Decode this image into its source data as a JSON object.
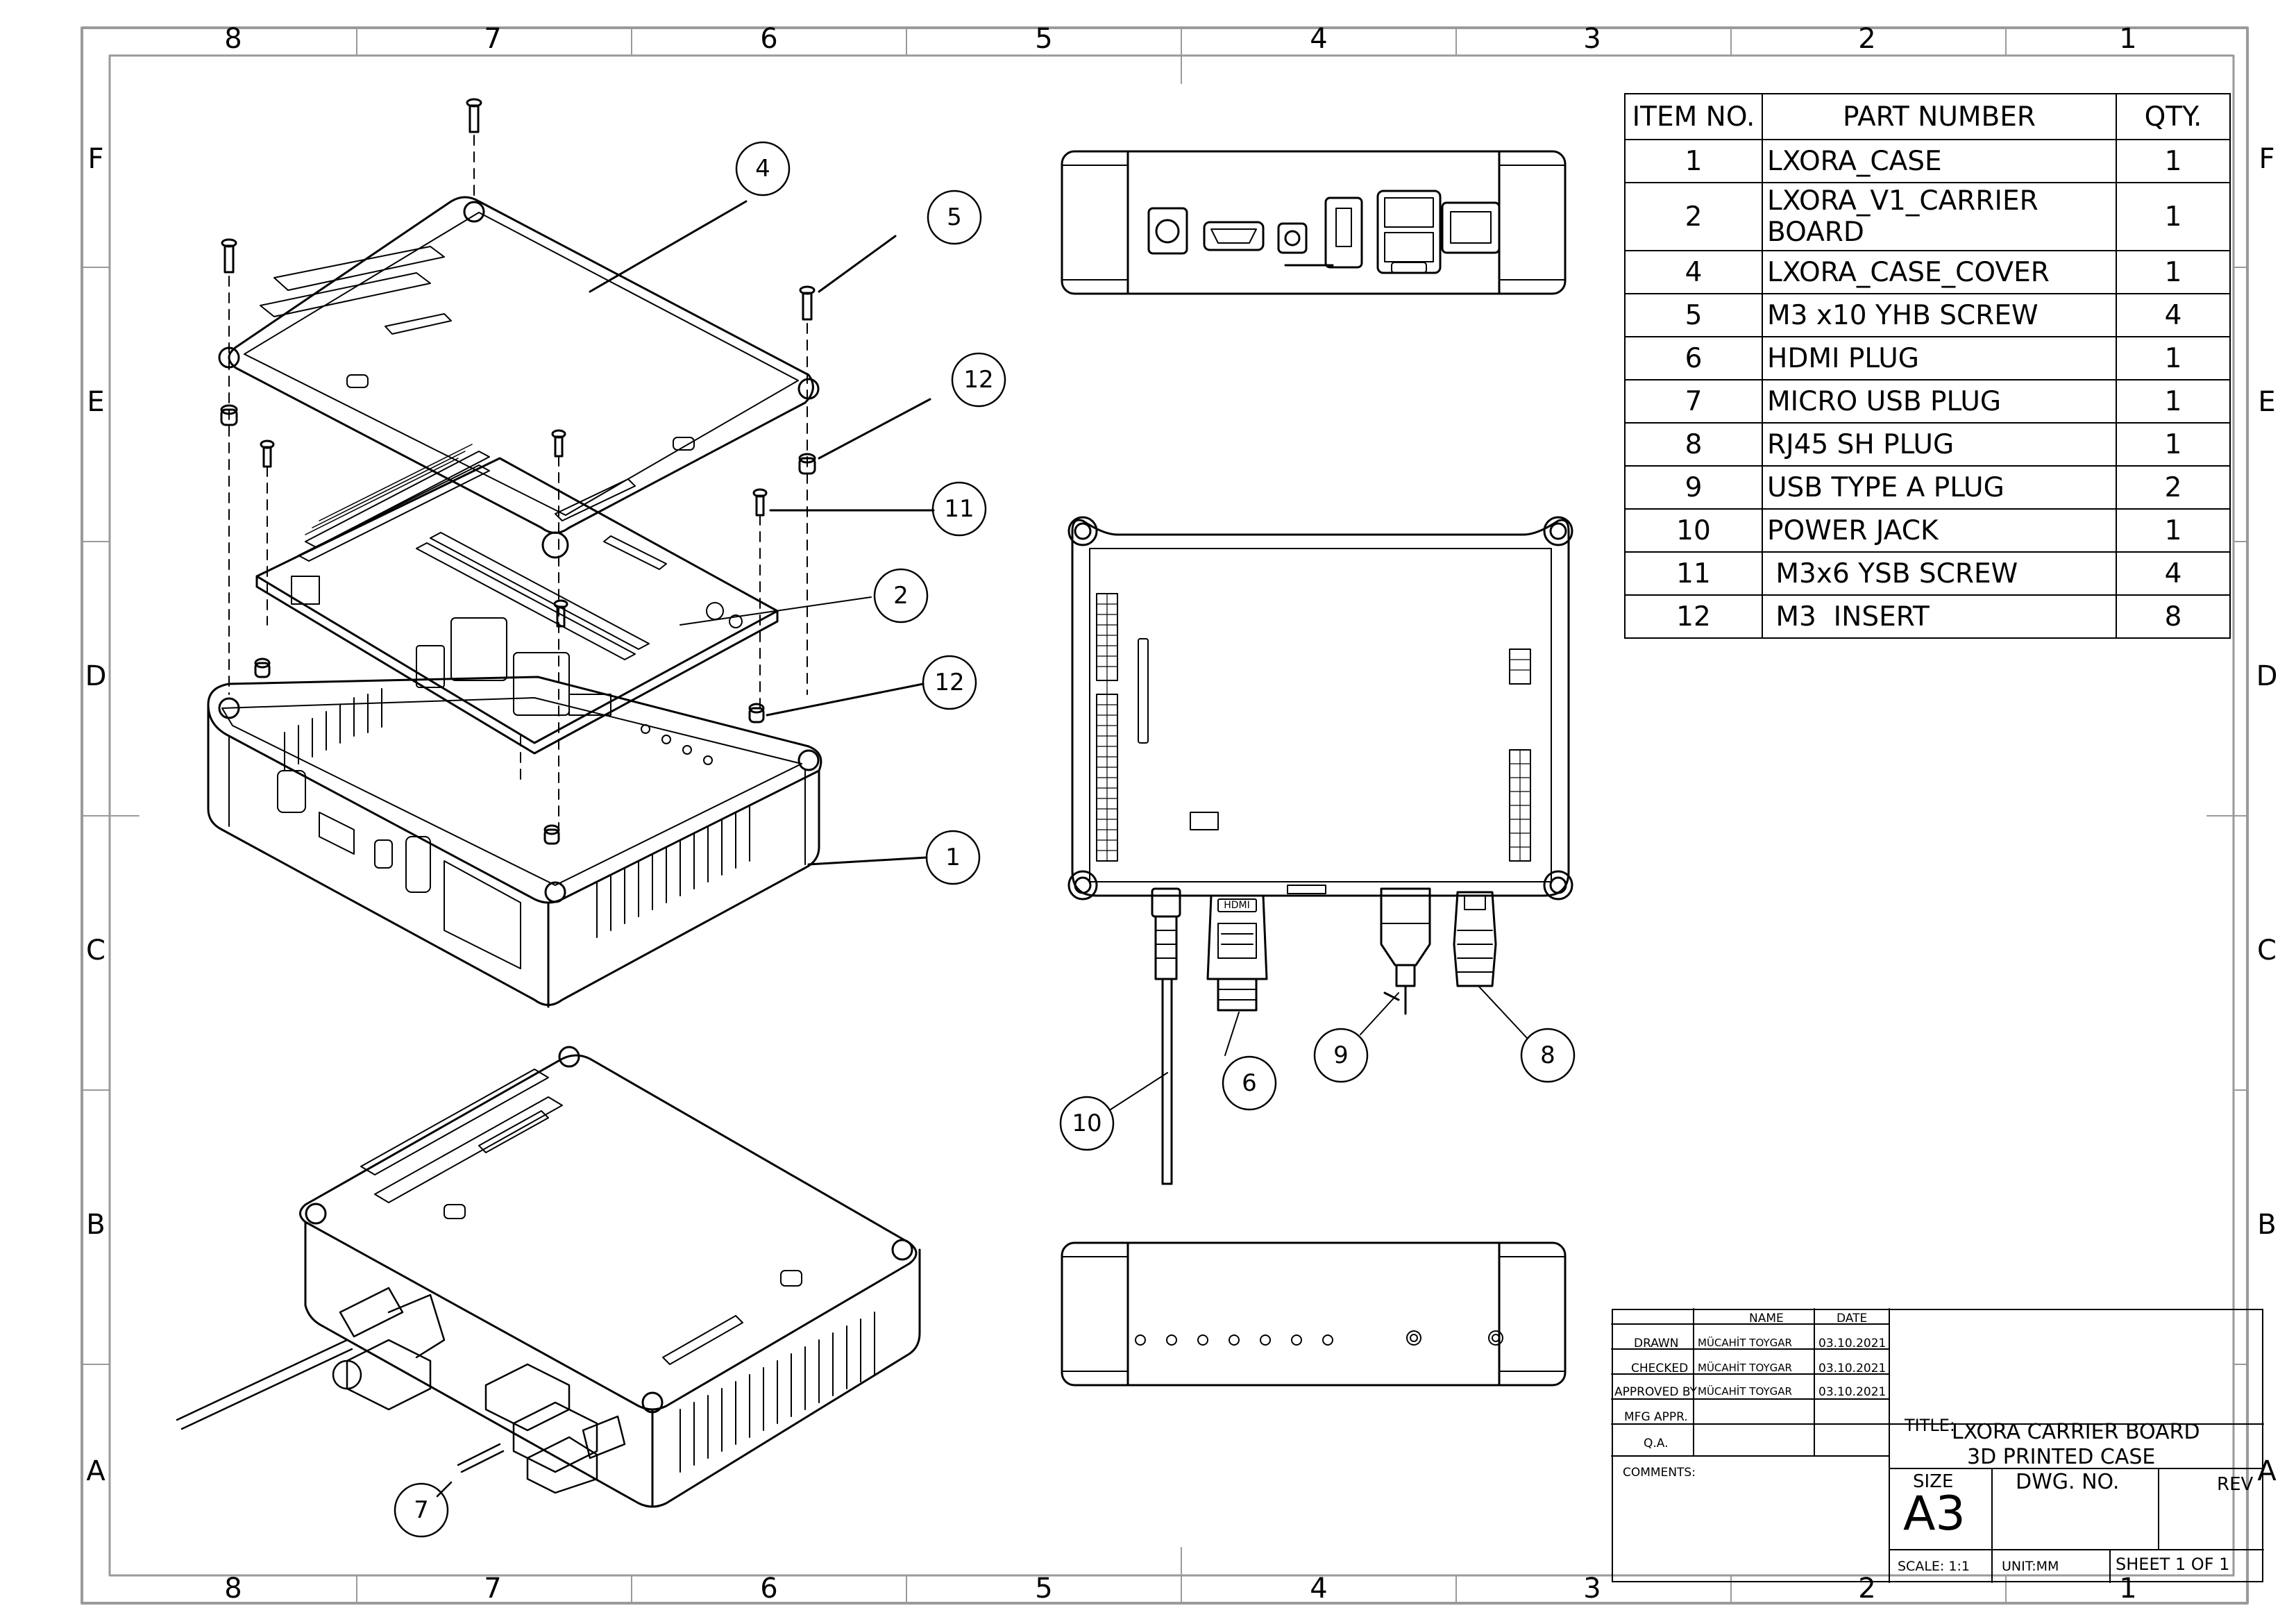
{
  "drawing": {
    "zones_columns": [
      "8",
      "7",
      "6",
      "5",
      "4",
      "3",
      "2",
      "1"
    ],
    "zones_rows": [
      "F",
      "E",
      "D",
      "C",
      "B",
      "A"
    ]
  },
  "bom": {
    "headers": {
      "item": "ITEM NO.",
      "part": "PART NUMBER",
      "qty": "QTY."
    },
    "rows": [
      {
        "item": "1",
        "part": "LXORA_CASE",
        "qty": "1"
      },
      {
        "item": "2",
        "part": "LXORA_V1_CARRIER BOARD",
        "qty": "1"
      },
      {
        "item": "4",
        "part": "LXORA_CASE_COVER",
        "qty": "1"
      },
      {
        "item": "5",
        "part": "M3 x10 YHB SCREW",
        "qty": "4"
      },
      {
        "item": "6",
        "part": "HDMI PLUG",
        "qty": "1"
      },
      {
        "item": "7",
        "part": "MICRO USB PLUG",
        "qty": "1"
      },
      {
        "item": "8",
        "part": "RJ45 SH PLUG",
        "qty": "1"
      },
      {
        "item": "9",
        "part": "USB TYPE A PLUG",
        "qty": "2"
      },
      {
        "item": "10",
        "part": "POWER JACK",
        "qty": "1"
      },
      {
        "item": "11",
        "part": " M3x6 YSB SCREW",
        "qty": "4"
      },
      {
        "item": "12",
        "part": " M3  INSERT",
        "qty": "8"
      }
    ]
  },
  "balloons": {
    "b4": "4",
    "b5": "5",
    "b12a": "12",
    "b11": "11",
    "b2": "2",
    "b12b": "12",
    "b1": "1",
    "b6": "6",
    "b9": "9",
    "b8": "8",
    "b10": "10",
    "b7": "7"
  },
  "hdmi_logo": "HDMI",
  "title_block": {
    "col_name": "NAME",
    "col_date": "DATE",
    "rows": [
      {
        "label": "DRAWN",
        "name": "MÜCAHİT TOYGAR",
        "date": "03.10.2021"
      },
      {
        "label": "CHECKED",
        "name": "MÜCAHİT TOYGAR",
        "date": "03.10.2021"
      },
      {
        "label": "APPROVED BY",
        "name": "MÜCAHİT TOYGAR",
        "date": "03.10.2021"
      },
      {
        "label": "MFG APPR.",
        "name": "",
        "date": ""
      },
      {
        "label": "Q.A.",
        "name": "",
        "date": ""
      }
    ],
    "comments_label": "COMMENTS:",
    "title_label": "TITLE:",
    "title_line1": "LXORA CARRIER BOARD",
    "title_line2": "3D PRINTED CASE",
    "size_label": "SIZE",
    "size_value": "A3",
    "dwg_label": "DWG.  NO.",
    "rev_label": "REV",
    "scale": "SCALE: 1:1",
    "unit": "UNIT:MM",
    "sheet": "SHEET 1 OF 1"
  }
}
